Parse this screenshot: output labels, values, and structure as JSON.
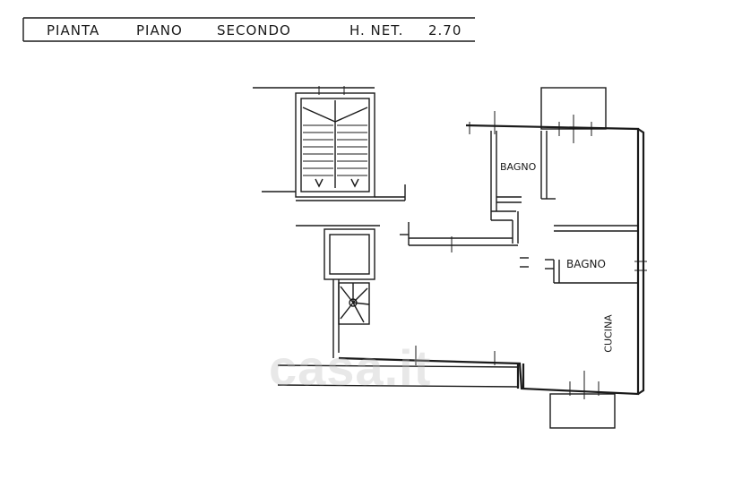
{
  "header": {
    "plan_label": "PIANTA",
    "floor_label": "PIANO",
    "floor_name": "SECONDO",
    "height_label": "H. NET.",
    "height_value": "2.70"
  },
  "rooms": {
    "bathroom_1": "BAGNO",
    "bathroom_2": "BAGNO",
    "kitchen": "CUCINA"
  },
  "watermark": "casa.it",
  "colors": {
    "line": "#1a1a1a",
    "watermark": "#bebebe"
  }
}
